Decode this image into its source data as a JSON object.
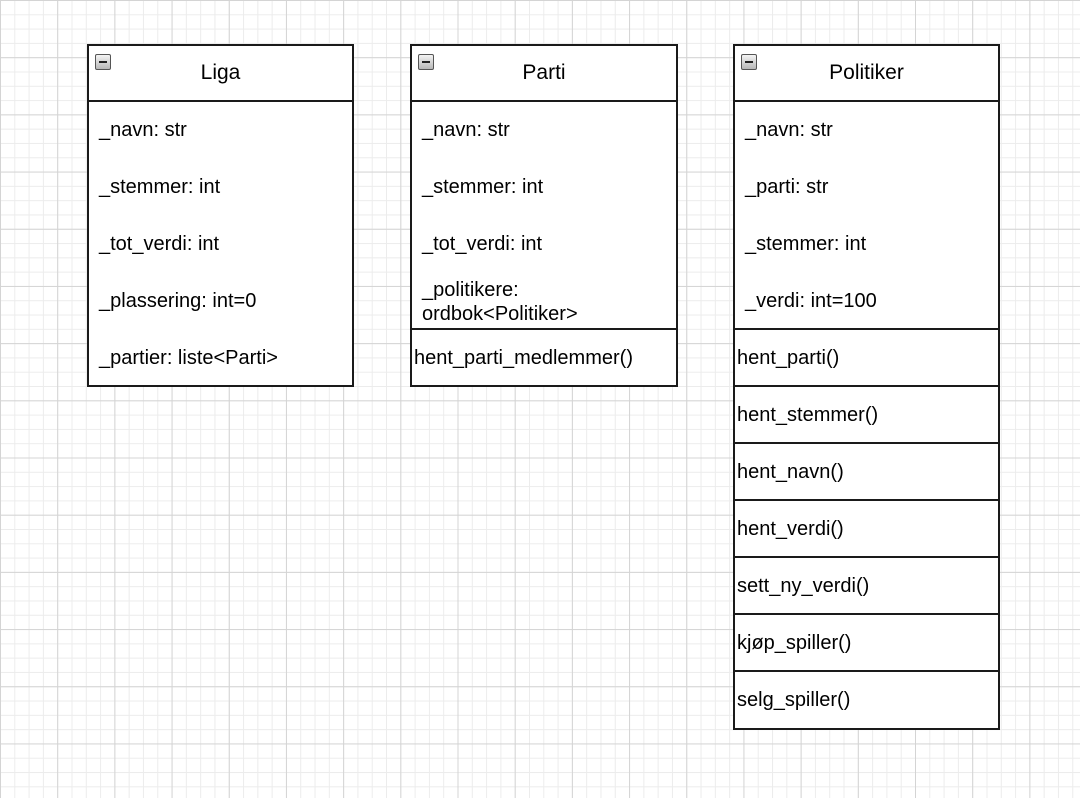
{
  "classes": {
    "liga": {
      "name": "Liga",
      "attributes": [
        "_navn: str",
        "_stemmer: int",
        "_tot_verdi: int",
        "_plassering: int=0",
        "_partier: liste<Parti>"
      ],
      "methods": []
    },
    "parti": {
      "name": "Parti",
      "attributes": [
        "_navn: str",
        "_stemmer: int",
        "_tot_verdi: int",
        "_politikere:\nordbok<Politiker>"
      ],
      "methods": [
        "hent_parti_medlemmer()"
      ]
    },
    "politiker": {
      "name": "Politiker",
      "attributes": [
        "_navn: str",
        "_parti: str",
        "_stemmer: int",
        "_verdi: int=100"
      ],
      "methods": [
        "hent_parti()",
        "hent_stemmer()",
        "hent_navn()",
        "hent_verdi()",
        "sett_ny_verdi()",
        "kjøp_spiller()",
        "selg_spiller()"
      ]
    }
  }
}
